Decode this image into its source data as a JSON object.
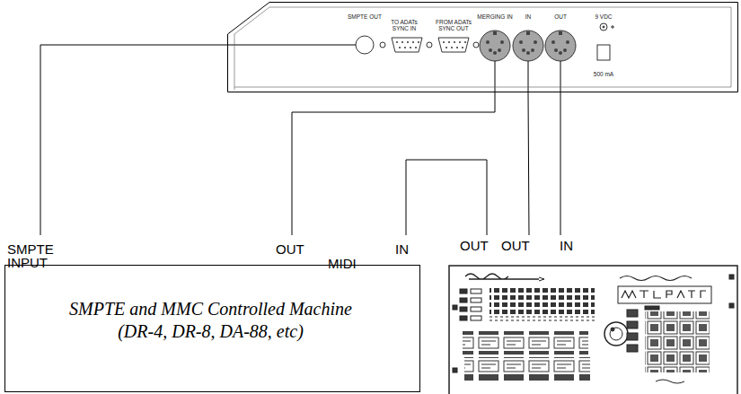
{
  "diagram": {
    "nodes": [
      {
        "text": [
          "SMPTE OUT",
          "TO ADATs SYNC IN",
          "FROM ADATs SYNC OUT",
          "MERGING IN",
          "IN",
          "OUT",
          "9 VDC",
          "500 mA"
        ]
      },
      {
        "text": [
          "SMPTE INPUT",
          "OUT",
          "IN",
          "MIDI",
          "SMPTE and MMC Controlled Machine (DR-4, DR-8, DA-88, etc)"
        ]
      },
      {
        "text": [
          "OUT",
          "OUT",
          "IN"
        ]
      }
    ],
    "edges": [
      {
        "from": 0,
        "to": 1,
        "arrow": "none"
      },
      {
        "from": 1,
        "to": 0,
        "arrow": "none"
      },
      {
        "from": 2,
        "to": 1,
        "arrow": "none"
      },
      {
        "from": 2,
        "to": 0,
        "arrow": "none"
      },
      {
        "from": 0,
        "to": 2,
        "arrow": "none"
      }
    ]
  }
}
